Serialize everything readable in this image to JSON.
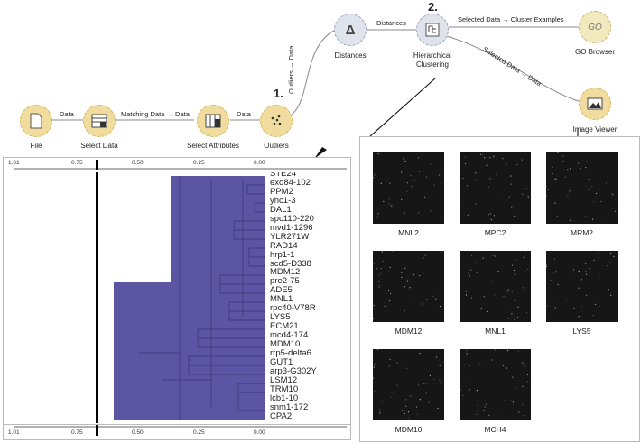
{
  "workflow": {
    "nodes": [
      {
        "id": "file",
        "label": "File"
      },
      {
        "id": "select_data",
        "label": "Select Data"
      },
      {
        "id": "select_attributes",
        "label": "Select Attributes"
      },
      {
        "id": "outliers",
        "label": "Outliers"
      },
      {
        "id": "distances",
        "label": "Distances"
      },
      {
        "id": "hierarchical",
        "label1": "Hierarchical",
        "label2": "Clustering"
      },
      {
        "id": "go_browser",
        "label": "GO Browser"
      },
      {
        "id": "image_viewer",
        "label": "Image Viewer"
      }
    ],
    "links": {
      "file_select": "Data",
      "select_attributes": "Matching Data → Data",
      "attributes_outliers": "Data",
      "outliers_distances": "Outliers → Data",
      "distances_clustering": "Distances",
      "clustering_go": "Selected Data → Cluster Examples",
      "clustering_viewer": "Selected Data → Data"
    },
    "steps": [
      "1.",
      "2."
    ],
    "icons": {
      "distances": "Δ",
      "go": "GO"
    }
  },
  "dendrogram": {
    "axis_ticks": [
      "1.01",
      "0.75",
      "0.50",
      "0.25",
      "0.00"
    ],
    "cutoff": 0.75,
    "leaves": [
      "STE24",
      "exo84-102",
      "PPM2",
      "yhc1-3",
      "DAL1",
      "spc110-220",
      "mvd1-1296",
      "YLR271W",
      "RAD14",
      "hrp1-1",
      "scd5-D338",
      "MDM12",
      "pre2-75",
      "ADE5",
      "MNL1",
      "rpc40-V78R",
      "LYS5",
      "ECM21",
      "mcd4-174",
      "MDM10",
      "rrp5-delta6",
      "GUT1",
      "arp3-G302Y",
      "LSM12",
      "TRM10",
      "lcb1-10",
      "snm1-172",
      "CPA2"
    ],
    "colors": {
      "selection": "#5c55a3"
    }
  },
  "image_viewer": {
    "images": [
      "MNL2",
      "MPC2",
      "MRM2",
      "MDM12",
      "MNL1",
      "LYS5",
      "MDM10",
      "MCH4"
    ]
  }
}
